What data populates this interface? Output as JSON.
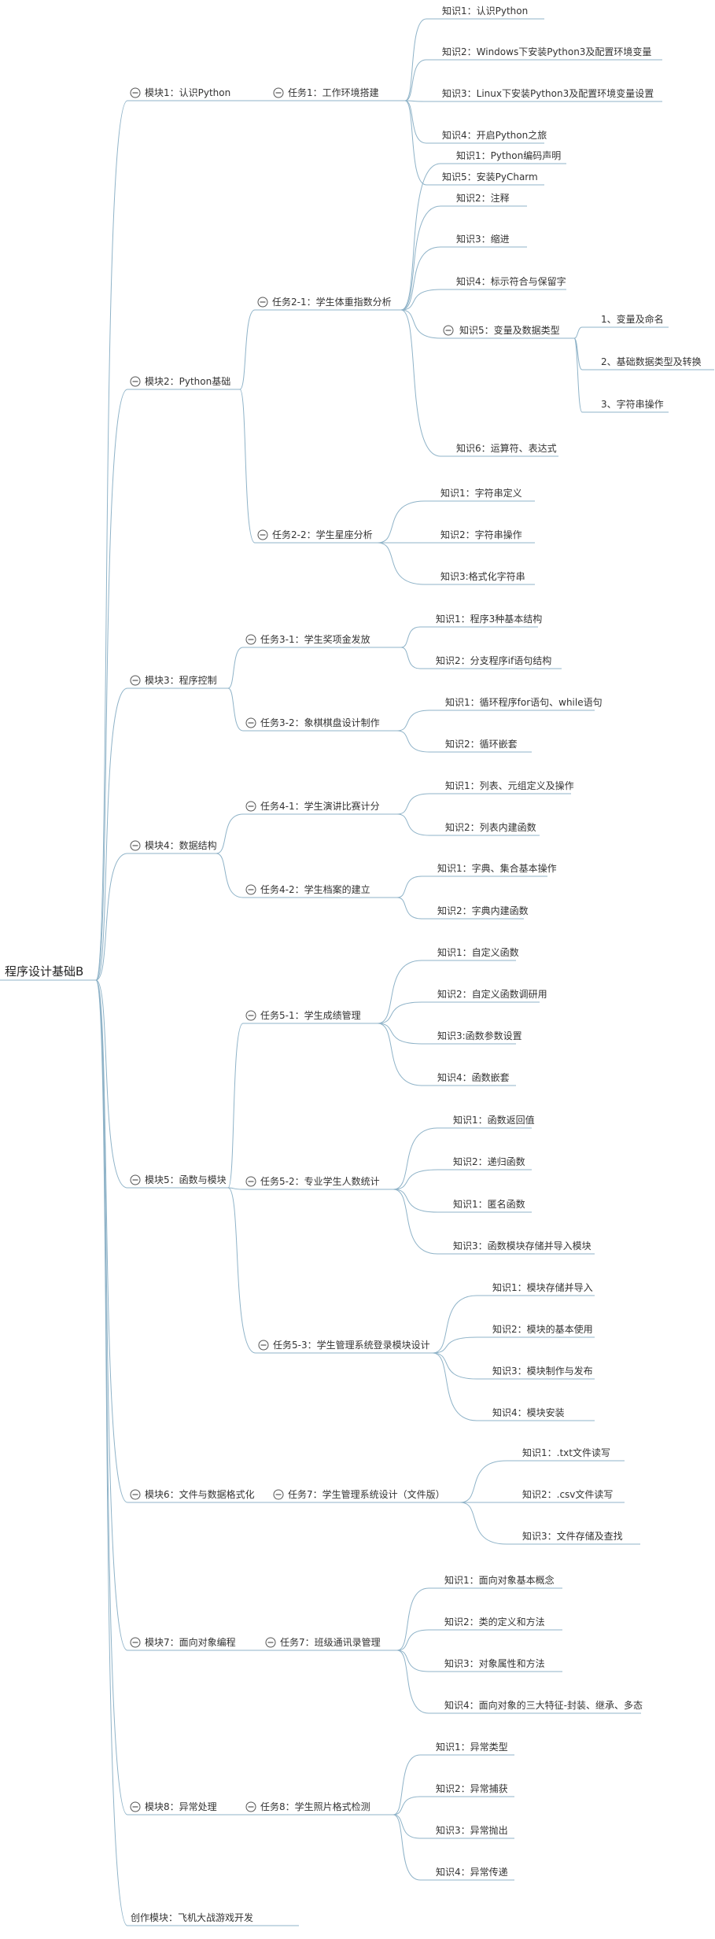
{
  "mindmap": {
    "root": "程序设计基础B",
    "modules": [
      {
        "label": "模块1：认识Python",
        "collapsed_icon": true,
        "tasks": [
          {
            "label": "任务1：工作环境搭建",
            "collapsed_icon": true,
            "items": [
              {
                "label": "知识1：认识Python"
              },
              {
                "label": "知识2：Windows下安装Python3及配置环境变量"
              },
              {
                "label": "知识3：Linux下安装Python3及配置环境变量设置"
              },
              {
                "label": "知识4：开启Python之旅"
              },
              {
                "label": "知识5：安装PyCharm"
              }
            ]
          }
        ]
      },
      {
        "label": "模块2：Python基础",
        "collapsed_icon": true,
        "tasks": [
          {
            "label": "任务2-1：学生体重指数分析",
            "collapsed_icon": true,
            "items": [
              {
                "label": "知识1：Python编码声明"
              },
              {
                "label": "知识2：注释"
              },
              {
                "label": "知识3：缩进"
              },
              {
                "label": "知识4：标示符合与保留字"
              },
              {
                "label": "知识5：变量及数据类型",
                "collapsed_icon": true,
                "children": [
                  {
                    "label": "1、变量及命名"
                  },
                  {
                    "label": "2、基础数据类型及转换"
                  },
                  {
                    "label": "3、字符串操作"
                  }
                ]
              },
              {
                "label": "知识6：运算符、表达式"
              }
            ]
          },
          {
            "label": "任务2-2：学生星座分析",
            "collapsed_icon": true,
            "items": [
              {
                "label": "知识1：字符串定义"
              },
              {
                "label": "知识2：字符串操作"
              },
              {
                "label": "知识3:格式化字符串"
              }
            ]
          }
        ]
      },
      {
        "label": "模块3：程序控制",
        "collapsed_icon": true,
        "tasks": [
          {
            "label": "任务3-1：学生奖项金发放",
            "collapsed_icon": true,
            "items": [
              {
                "label": "知识1：程序3种基本结构"
              },
              {
                "label": "知识2：分支程序if语句结构"
              }
            ]
          },
          {
            "label": "任务3-2：象棋棋盘设计制作",
            "collapsed_icon": true,
            "items": [
              {
                "label": "知识1：循环程序for语句、while语句"
              },
              {
                "label": "知识2：循环嵌套"
              }
            ]
          }
        ]
      },
      {
        "label": "模块4：数据结构",
        "collapsed_icon": true,
        "tasks": [
          {
            "label": "任务4-1：学生演讲比赛计分",
            "collapsed_icon": true,
            "items": [
              {
                "label": "知识1：列表、元组定义及操作"
              },
              {
                "label": "知识2：列表内建函数"
              }
            ]
          },
          {
            "label": "任务4-2：学生档案的建立",
            "collapsed_icon": true,
            "items": [
              {
                "label": "知识1：字典、集合基本操作"
              },
              {
                "label": "知识2：字典内建函数"
              }
            ]
          }
        ]
      },
      {
        "label": "模块5：函数与模块",
        "collapsed_icon": true,
        "tasks": [
          {
            "label": "任务5-1：学生成绩管理",
            "collapsed_icon": true,
            "items": [
              {
                "label": "知识1：自定义函数"
              },
              {
                "label": "知识2：自定义函数调研用"
              },
              {
                "label": "知识3:函数参数设置"
              },
              {
                "label": "知识4：函数嵌套"
              }
            ]
          },
          {
            "label": "任务5-2：专业学生人数统计",
            "collapsed_icon": true,
            "items": [
              {
                "label": "知识1：函数返回值"
              },
              {
                "label": "知识2：递归函数"
              },
              {
                "label": "知识1：匿名函数"
              },
              {
                "label": "知识3：函数模块存储并导入模块"
              }
            ]
          },
          {
            "label": "任务5-3：学生管理系统登录模块设计",
            "collapsed_icon": true,
            "items": [
              {
                "label": "知识1：模块存储并导入"
              },
              {
                "label": "知识2：模块的基本使用"
              },
              {
                "label": "知识3：模块制作与发布"
              },
              {
                "label": "知识4：模块安装"
              }
            ]
          }
        ]
      },
      {
        "label": "模块6：文件与数据格式化",
        "collapsed_icon": true,
        "tasks": [
          {
            "label": "任务7：学生管理系统设计（文件版）",
            "collapsed_icon": true,
            "items": [
              {
                "label": "知识1：.txt文件读写"
              },
              {
                "label": "知识2：.csv文件读写"
              },
              {
                "label": "知识3：文件存储及查找"
              }
            ]
          }
        ]
      },
      {
        "label": "模块7：面向对象编程",
        "collapsed_icon": true,
        "tasks": [
          {
            "label": "任务7：班级通讯录管理",
            "collapsed_icon": true,
            "items": [
              {
                "label": "知识1：面向对象基本概念"
              },
              {
                "label": "知识2：类的定义和方法"
              },
              {
                "label": "知识3：对象属性和方法"
              },
              {
                "label": "知识4：面向对象的三大特征-封装、继承、多态"
              }
            ]
          }
        ]
      },
      {
        "label": "模块8：异常处理",
        "collapsed_icon": true,
        "tasks": [
          {
            "label": "任务8：学生照片格式检测",
            "collapsed_icon": true,
            "items": [
              {
                "label": "知识1：异常类型"
              },
              {
                "label": "知识2：异常捕获"
              },
              {
                "label": "知识3：异常抛出"
              },
              {
                "label": "知识4：异常传递"
              }
            ]
          }
        ]
      },
      {
        "label": "创作模块：飞机大战游戏开发",
        "collapsed_icon": false,
        "tasks": []
      }
    ]
  },
  "colors": {
    "line": "#8fb3c8",
    "text": "#333333",
    "icon": "#555555"
  }
}
